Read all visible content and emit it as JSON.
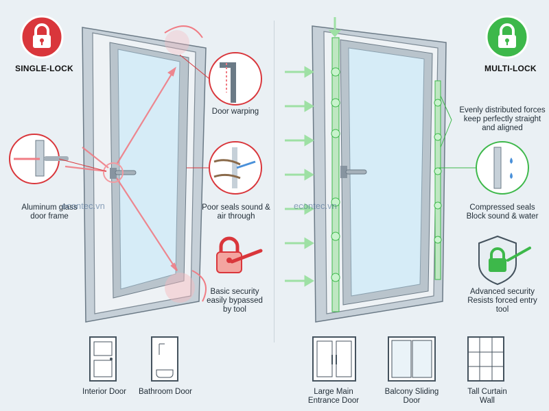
{
  "single": {
    "title": "SINGLE-LOCK",
    "badge_icon": "padlock-icon",
    "frame_label": "Aluminum glass door frame",
    "warp_label": "Door warping",
    "seal_label": "Poor seals sound & air through",
    "security_label": "Basic security easily bypassed by tool",
    "doors": [
      "Interior Door",
      "Bathroom Door"
    ]
  },
  "multi": {
    "title": "MULTI-LOCK",
    "badge_icon": "padlock-icon",
    "force_label": "Evenly distributed forces keep perfectly straight and aligned",
    "seal_label": "Compressed seals Block sound & water",
    "security_label": "Advanced security Resists forced entry tool",
    "doors": [
      "Large Main Entrance Door",
      "Balcony Sliding Door",
      "Tall Curtain Wall"
    ]
  },
  "watermark": "econtec.vn",
  "colors": {
    "red": "#d9363b",
    "green": "#3db84a",
    "glass": "#d6ecf7"
  }
}
